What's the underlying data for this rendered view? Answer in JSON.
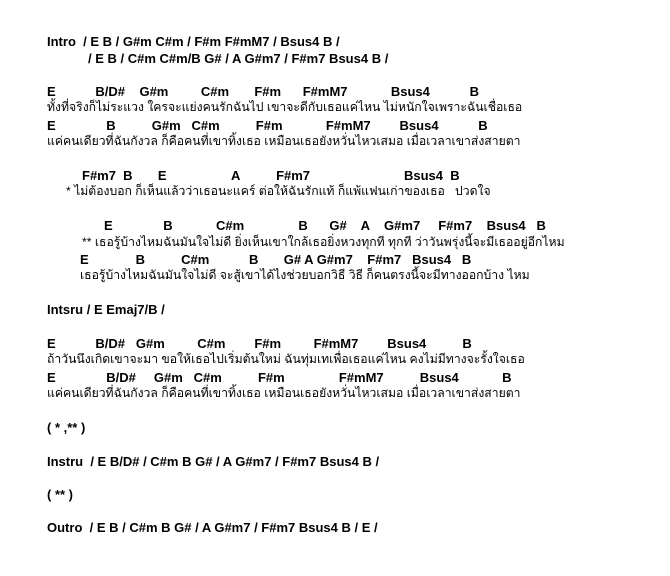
{
  "sheet": {
    "intro_1": "Intro  / E B / G#m C#m / F#m F#mM7 / Bsus4 B /",
    "intro_2": "/ E B / C#m C#m/B G# / A G#m7 / F#m7 Bsus4 B /",
    "v1_c1": "E           B/D#    G#m         C#m       F#m      F#mM7            Bsus4           B",
    "v1_l1": "ทั้งที่จริงก็ไม่ระแวง ใครจะแย่งคนรักฉันไป เขาจะดีกับเธอแค่ไหน ไม่หนักใจเพราะฉันเชื่อเธอ",
    "v1_c2": "E              B          G#m   C#m          F#m            F#mM7        Bsus4           B",
    "v1_l2": "แค่คนเดียวที่ฉันกังวล ก็คือคนที่เขาทิ้งเธอ เหมือนเธอยังหวั่นไหวเสมอ เมื่อเวลาเขาส่งสายตา",
    "pre_c": "F#m7  B       E                  A          F#m7                          Bsus4  B",
    "pre_l": "* ไม่ต้องบอก ก็เห็นแล้วว่าเธอนะแคร์ ต่อให้ฉันรักแท้ ก็แพ้แฟนเก่าของเธอ   ปวดใจ",
    "ch_c1": "E              B            C#m               B      G#    A    G#m7     F#m7    Bsus4   B",
    "ch_l1": "** เธอรู้บ้างไหมฉันมันใจไม่ดี ยิ่งเห็นเขาใกล้เธอยิ่งหวงทุกที ทุกที ว่าวันพรุ่งนี้จะมีเธออยู่อีกไหม",
    "ch_c2": "E             B          C#m           B       G# A G#m7    F#m7   Bsus4   B",
    "ch_l2": "เธอรู้บ้างไหมฉันมันใจไม่ดี จะสู้เขาได้ไงช่วยบอกวิธี วิธี ก็คนตรงนี้จะมีทางออกบ้าง ไหม",
    "intsru": "Intsru / E Emaj7/B /",
    "v2_c1": "E           B/D#   G#m         C#m        F#m         F#mM7        Bsus4          B",
    "v2_l1": "ถ้าวันนึงเกิดเขาจะมา ขอให้เธอไปเริ่มต้นใหม่ ฉันทุ่มเทเพื่อเธอแค่ไหน คงไม่มีทางจะรั้งใจเธอ",
    "v2_c2": "E              B/D#     G#m   C#m          F#m               F#mM7          Bsus4            B",
    "v2_l2": "แค่คนเดียวที่ฉันกังวล ก็คือคนที่เขาทิ้งเธอ เหมือนเธอยังหวั่นไหวเสมอ เมื่อเวลาเขาส่งสายตา",
    "rep1": "( * ,** )",
    "instru": "Instru  / E B/D# / C#m B G# / A G#m7 / F#m7 Bsus4 B /",
    "rep2": "( ** )",
    "outro": "Outro  / E B / C#m B G# / A G#m7 / F#m7 Bsus4 B / E /"
  }
}
